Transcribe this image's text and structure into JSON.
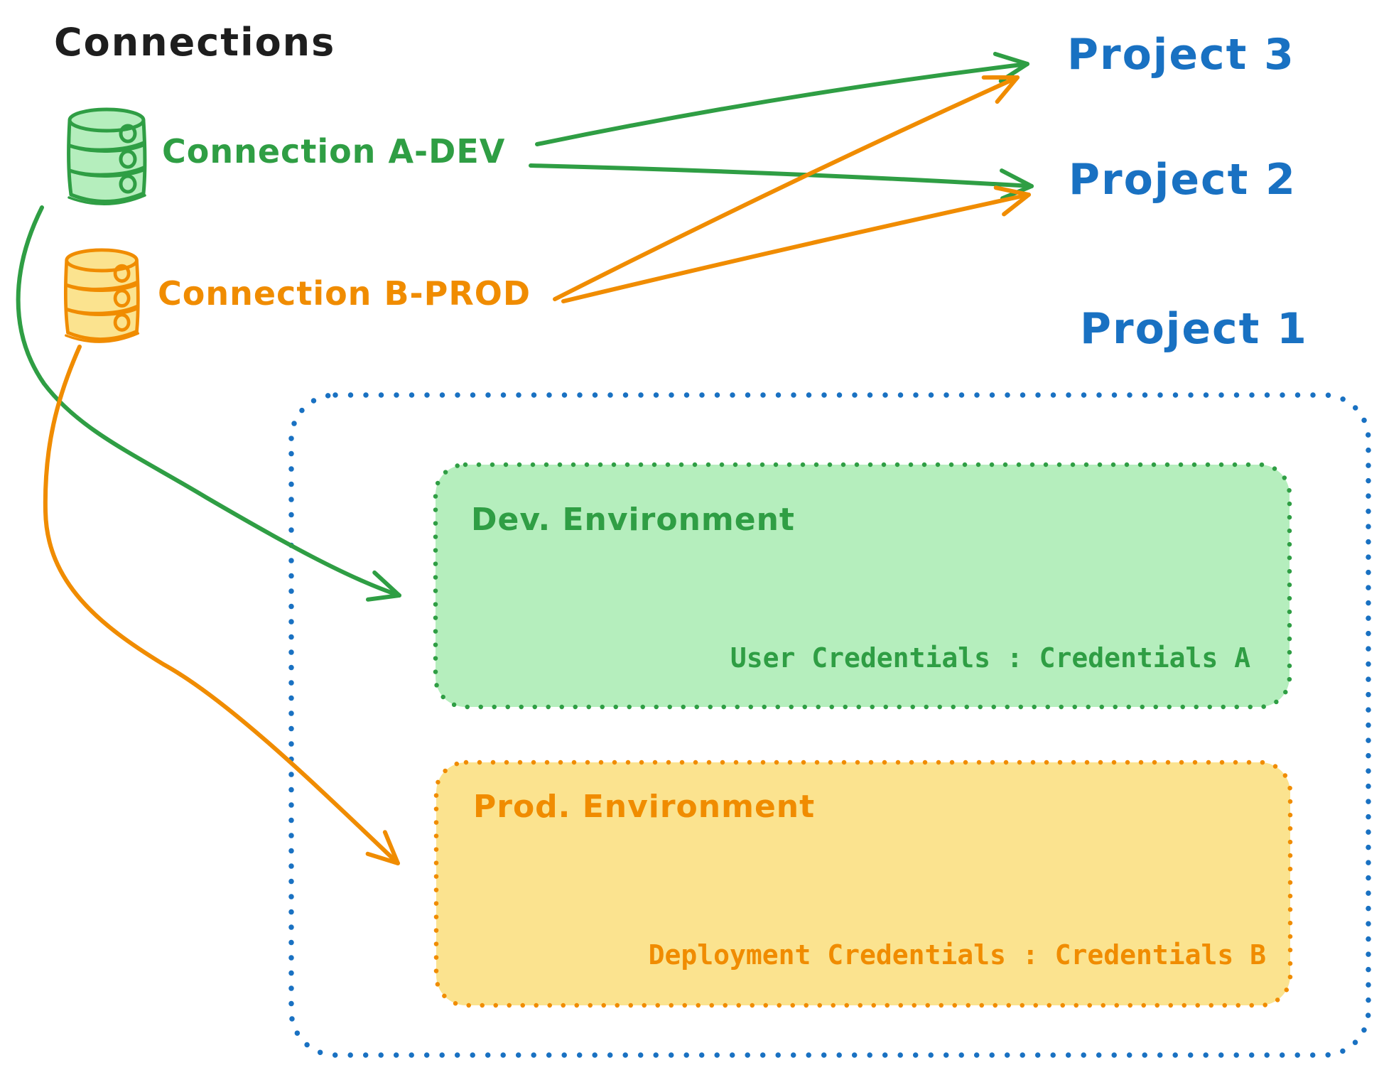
{
  "title": "Connections",
  "colors": {
    "ink": "#1e1e1e",
    "blue": "#1971c2",
    "green": "#2f9e44",
    "green_fill": "#b5eebd",
    "orange": "#f08c00",
    "yellow_fill": "#fbe38f",
    "canvas_bg": "#ffffff"
  },
  "connections": [
    {
      "label": "Connection A-DEV",
      "icon": "database-cylinder",
      "color": "#2f9e44"
    },
    {
      "label": "Connection B-PROD",
      "icon": "database-cylinder",
      "color": "#f08c00"
    }
  ],
  "projects": [
    {
      "label": "Project 3"
    },
    {
      "label": "Project 2"
    },
    {
      "label": "Project 1"
    }
  ],
  "project1_detail": {
    "environments": [
      {
        "title": "Dev. Environment",
        "credentials": "User Credentials : Credentials A"
      },
      {
        "title": "Prod. Environment",
        "credentials": "Deployment Credentials : Credentials B"
      }
    ]
  },
  "relations": [
    {
      "from": "Connection A-DEV",
      "to": "Project 3"
    },
    {
      "from": "Connection A-DEV",
      "to": "Project 2"
    },
    {
      "from": "Connection B-PROD",
      "to": "Project 3"
    },
    {
      "from": "Connection B-PROD",
      "to": "Project 2"
    },
    {
      "from": "Connection A-DEV",
      "to": "Dev. Environment"
    },
    {
      "from": "Connection B-PROD",
      "to": "Prod. Environment"
    }
  ]
}
